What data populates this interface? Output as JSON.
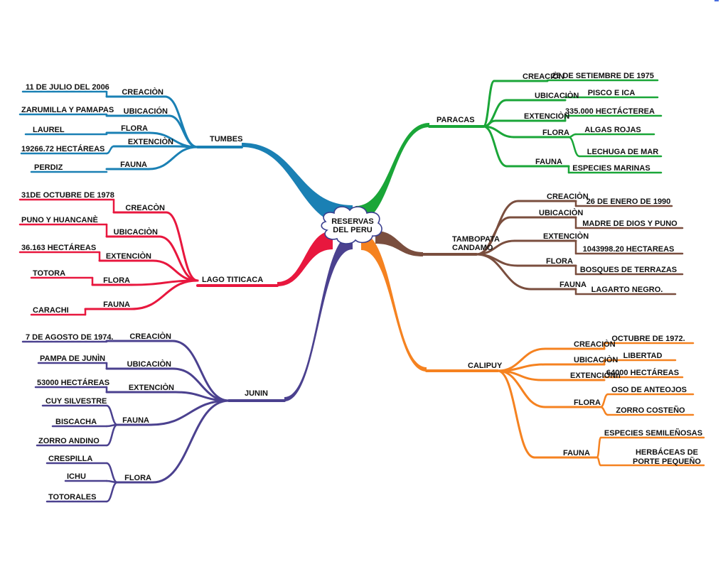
{
  "central": {
    "lines": [
      "RESERVAS",
      "DEL PERU"
    ]
  },
  "colors": {
    "tumbes": "#1a80b4",
    "titicaca": "#e8173e",
    "junin": "#4b418f",
    "paracas": "#1aa638",
    "tambopata": "#7a4e3e",
    "calipuy": "#f58220",
    "cloud_stroke": "#3a3f8f"
  },
  "branches": {
    "tumbes": {
      "title": [
        "TUMBES"
      ],
      "items": [
        {
          "label": "CREACIÒN",
          "values": [
            "11 DE JULIO DEL 2006"
          ]
        },
        {
          "label": "UBICACIÓN",
          "values": [
            "ZARUMILLA Y PAMAPAS"
          ]
        },
        {
          "label": "FLORA",
          "values": [
            "LAUREL"
          ]
        },
        {
          "label": "EXTENCIÒN",
          "values": [
            "19266.72 HECTÁREAS"
          ]
        },
        {
          "label": "FAUNA",
          "values": [
            "PERDIZ"
          ]
        }
      ]
    },
    "titicaca": {
      "title": [
        "LAGO TITICACA"
      ],
      "items": [
        {
          "label": "CREACÒN",
          "values": [
            "31DE OCTUBRE DE 1978"
          ]
        },
        {
          "label": "UBICACIÒN",
          "values": [
            "PUNO Y HUANCANÈ"
          ]
        },
        {
          "label": "EXTENCIÒN",
          "values": [
            "36.163 HECTÁREAS"
          ]
        },
        {
          "label": "FLORA",
          "values": [
            "TOTORA"
          ]
        },
        {
          "label": "FAUNA",
          "values": [
            "CARACHI"
          ]
        }
      ]
    },
    "junin": {
      "title": [
        "JUNIN"
      ],
      "items": [
        {
          "label": "CREACIÒN",
          "values": [
            "7 DE AGOSTO DE 1974."
          ]
        },
        {
          "label": "UBICACIÒN",
          "values": [
            "PAMPA DE JUNÌN"
          ]
        },
        {
          "label": "EXTENCIÒN",
          "values": [
            "53000 HECTÁREAS"
          ]
        },
        {
          "label": "FAUNA",
          "values": [
            "CUY SILVESTRE",
            "BISCACHA",
            "ZORRO ANDINO"
          ]
        },
        {
          "label": "FLORA",
          "values": [
            "CRESPILLA",
            "ICHU",
            "TOTORALES"
          ]
        }
      ]
    },
    "paracas": {
      "title": [
        "PARACAS"
      ],
      "items": [
        {
          "label": "CREACIÒN",
          "values": [
            "25 DE SETIEMBRE DE  1975"
          ]
        },
        {
          "label": "UBICACIÒN",
          "values": [
            "PISCO E ICA"
          ]
        },
        {
          "label": "EXTENCIÒN",
          "values": [
            "335.000 HECTÁCTEREA"
          ]
        },
        {
          "label": "FLORA",
          "values": [
            "ALGAS ROJAS",
            "LECHUGA DE MAR"
          ]
        },
        {
          "label": "FAUNA",
          "values": [
            "ESPECIES MARINAS"
          ]
        }
      ]
    },
    "tambopata": {
      "title": [
        "TAMBOPATA",
        "CANDAMO"
      ],
      "items": [
        {
          "label": "CREACIÒN",
          "values": [
            "26 DE ENERO DE 1990"
          ]
        },
        {
          "label": "UBICACIÒN",
          "values": [
            "MADRE DE DIOS Y PUNO"
          ]
        },
        {
          "label": "EXTENCIÒN",
          "values": [
            "1043998.20 HECTAREAS"
          ]
        },
        {
          "label": "FLORA",
          "values": [
            "BOSQUES DE TERRAZAS"
          ]
        },
        {
          "label": "FAUNA",
          "values": [
            "LAGARTO NEGRO."
          ]
        }
      ]
    },
    "calipuy": {
      "title": [
        "CALIPUY"
      ],
      "items": [
        {
          "label": "CREACIÒN",
          "values": [
            "OCTUBRE DE  1972."
          ]
        },
        {
          "label": "UBICACIÒN",
          "values": [
            "LIBERTAD"
          ]
        },
        {
          "label": "EXTENCIÒNn",
          "values": [
            "64000 HECTÁREAS"
          ]
        },
        {
          "label": "FLORA",
          "values": [
            "OSO DE ANTEOJOS",
            "ZORRO COSTEÑO"
          ]
        },
        {
          "label": "FAUNA",
          "values": [
            "ESPECIES SEMILEÑOSAS",
            "HERBÁCEAS DE PORTE PEQUEÑO"
          ]
        }
      ]
    }
  }
}
